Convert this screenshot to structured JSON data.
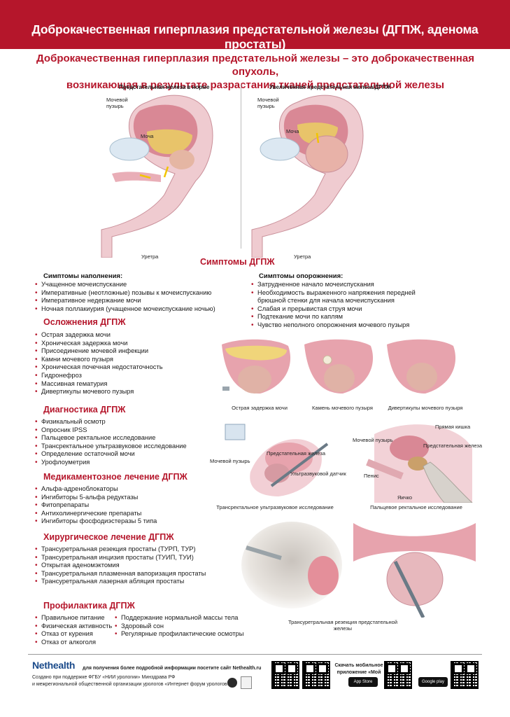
{
  "header": {
    "title": "Доброкачественная гиперплазия предстательной железы (ДГПЖ, аденома простаты)",
    "subtitle_line1": "Доброкачественная гиперплазия предстательной железы – это доброкачественная опухоль,",
    "subtitle_line2": "возникающая в результате разрастания тканей предстательной железы"
  },
  "diagrams": {
    "left_title": "Предстательная железа в норме",
    "right_title": "Увеличенная предстательная железа/ДГПЖ",
    "bladder": "Мочевой пузырь",
    "bladder_l1": "Мочевой",
    "bladder_l2": "пузырь",
    "urine": "Моча",
    "urethra": "Уретра"
  },
  "symptoms": {
    "title": "Симптомы ДГПЖ",
    "filling_title": "Симптомы наполнения:",
    "filling": [
      "Учащенное мочеиспускание",
      "Императивные (неотложные) позывы к мочеиспусканию",
      "Императивное недержание мочи",
      "Ночная поллакиурия (учащенное мочеиспускание ночью)"
    ],
    "voiding_title": "Симптомы опорожнения:",
    "voiding": [
      "Затрудненное начало мочеиспускания",
      "Необходимость выраженного напряжения передней",
      "брюшной стенки для начала мочеиспускания",
      "Слабая и прерывистая струя мочи",
      "Подтекание мочи по каплям",
      "Чувство неполного опорожнения мочевого пузыря"
    ]
  },
  "complications": {
    "title": "Осложнения ДГПЖ",
    "items": [
      "Острая задержка мочи",
      "Хроническая задержка мочи",
      "Присоединение мочевой инфекции",
      "Камни мочевого пузыря",
      "Хроническая почечная недостаточность",
      "Гидронефроз",
      "Массивная гематурия",
      "Дивертикулы мочевого пузыря"
    ],
    "captions": [
      "Острая задержка мочи",
      "Камень мочевого пузыря",
      "Дивертикулы мочевого пузыря"
    ]
  },
  "diagnostics": {
    "title": "Диагностика  ДГПЖ",
    "items": [
      "Физикальный осмотр",
      "Опросник IPSS",
      "Пальцевое ректальное исследование",
      "Трансректальное ультразвуковое исследование",
      "Определение остаточной мочи",
      "Урофлоуметрия"
    ],
    "trus_caption": "Трансректальное ультразвуковое исследование",
    "dre_caption": "Пальцевое ректальное исследование",
    "trus_labels": {
      "prostate": "Предстательная железа",
      "bladder": "Мочевой пузырь",
      "probe": "Ультразвуковой датчик"
    },
    "dre_labels": {
      "rectum": "Прямая кишка",
      "bladder": "Мочевой пузырь",
      "prostate": "Предстательная железа",
      "penis": "Пенис",
      "testicle": "Яичко"
    }
  },
  "medical": {
    "title": "Медикаментозное лечение ДГПЖ",
    "items": [
      "Альфа-адреноблокаторы",
      "Ингибиторы 5-альфа редуктазы",
      "Фитопрепараты",
      "Антихолинергические препараты",
      "Ингибиторы фосфодиэстеразы 5 типа"
    ]
  },
  "surgical": {
    "title": "Хирургическое лечение ДГПЖ",
    "items": [
      "Трансуретральная резекция простаты (ТУРП, ТУР)",
      "Трансуретральная инцизия простаты (ТУИП, ТУИ)",
      "Открытая аденомэктомия",
      "Трансуретральная плазменная вапоризация простаты",
      "Трансуретральная лазерная абляция простаты"
    ],
    "turp_caption": "Трансуретральная резекция предстательной железы"
  },
  "prevention": {
    "title": "Профилактика ДГПЖ",
    "col1": [
      "Правильное питание",
      "Физическая активность",
      "Отказ от курения",
      "Отказ от алкоголя"
    ],
    "col2": [
      "Поддержание нормальной массы тела",
      "Здоровый сон",
      "Регулярные профилактические осмотры"
    ]
  },
  "footer": {
    "logo": "Nethealth",
    "info": "для получения более подробной информации посетите  сайт Nethealth.ru",
    "support1": "Создано при поддержке ФГБУ «НИИ урологии» Минздрава РФ",
    "support2": "и  межрегиональной общественной организации урологов «Интернет форум урологов»",
    "app1": "Скачать мобильное",
    "app2": "приложение «Мой уролог»",
    "appstore": "App Store",
    "googleplay": "Google play"
  },
  "colors": {
    "accent": "#b5162b",
    "tissue": "#e8b7bf",
    "bladder": "#d98895",
    "urine": "#e8c46a",
    "prostate": "#caa06a"
  }
}
